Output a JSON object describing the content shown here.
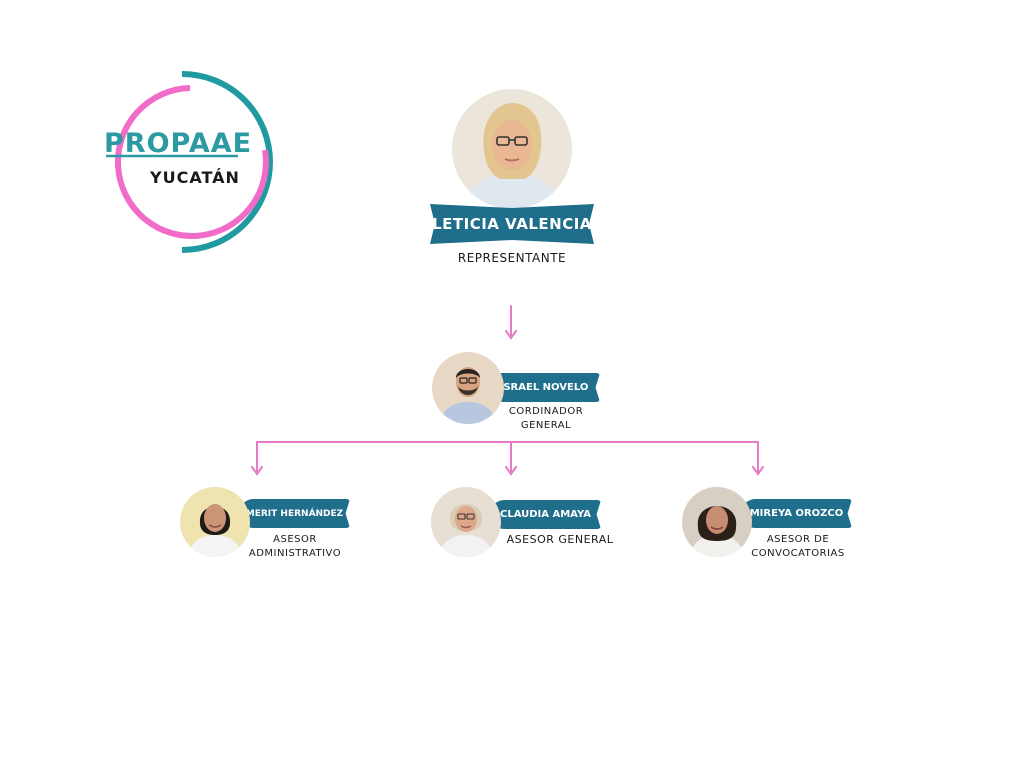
{
  "logo": {
    "title": "PROPAAE",
    "subtitle": "YUCATÁN",
    "colors": {
      "teal": "#1f9aa0",
      "pink": "#f06cc8"
    }
  },
  "colors": {
    "ribbon": "#1f6e8c",
    "connector": "#e879c8",
    "text": "#1a1a1a"
  },
  "org": {
    "representative": {
      "name": "LETICIA VALENCIA",
      "role": "REPRESENTANTE"
    },
    "coordinator": {
      "name": "ISRAEL NOVELO",
      "role_line1": "CORDINADOR",
      "role_line2": "GENERAL"
    },
    "advisors": [
      {
        "name": "MERIT HERNÁNDEZ",
        "role_line1": "ASESOR",
        "role_line2": "ADMINISTRATIVO"
      },
      {
        "name": "CLAUDIA AMAYA",
        "role_line1": "ASESOR GENERAL",
        "role_line2": ""
      },
      {
        "name": "MIREYA OROZCO",
        "role_line1": "ASESOR DE",
        "role_line2": "CONVOCATORIAS"
      }
    ]
  }
}
